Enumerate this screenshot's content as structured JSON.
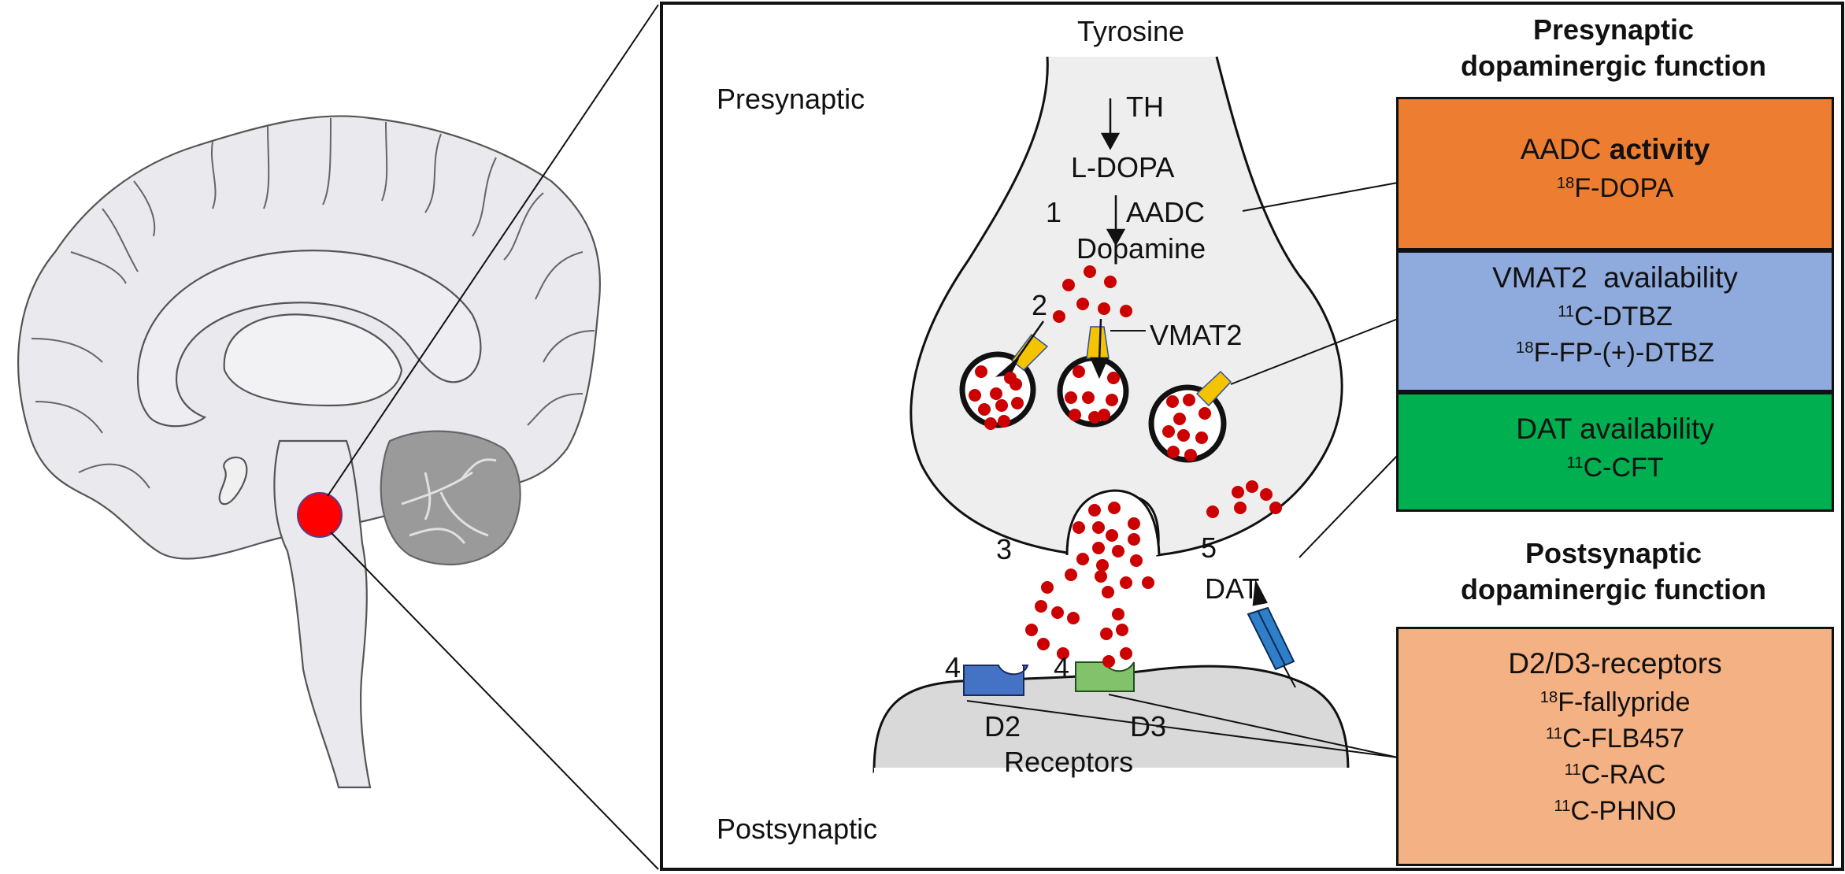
{
  "figure": {
    "region_labels": {
      "presynaptic": "Presynaptic",
      "postsynaptic": "Postsynaptic"
    },
    "pathway": {
      "tyrosine": "Tyrosine",
      "th": "TH",
      "ldopa": "L-DOPA",
      "aadc": "AADC",
      "dopamine": "Dopamine"
    },
    "step_numbers": {
      "one": "1",
      "two": "2",
      "three": "3",
      "four_a": "4",
      "four_b": "4",
      "five": "5"
    },
    "transporters": {
      "vmat2": "VMAT2",
      "dat": "DAT"
    },
    "receptors": {
      "d2": "D2",
      "d3": "D3",
      "caption": "Receptors"
    },
    "colors": {
      "dopamine_dot": "#cc0000",
      "brain_marker": "#ff0000",
      "presynaptic_fill": "#eeeeee",
      "postsynaptic_fill": "#d9d9d9",
      "vmat2_color": "#f5c400",
      "dat_color": "#2f7fc8",
      "d2_color": "#4472c4",
      "d3_color": "#82c26a",
      "aadc_box": "#ed7d31",
      "vmat2_box": "#8faadc",
      "dat_box": "#00b050",
      "receptor_box": "#f4b183"
    }
  },
  "panel": {
    "presynaptic_header": {
      "line1": "Presynaptic",
      "line2": "dopaminergic function"
    },
    "postsynaptic_header": {
      "line1": "Postsynaptic",
      "line2": "dopaminergic function"
    },
    "boxes": {
      "aadc": {
        "title_normal": "AADC ",
        "title_bold": "activity",
        "tracers": [
          {
            "isotope": "18",
            "name": "F-DOPA"
          }
        ]
      },
      "vmat2": {
        "title": "VMAT2  availability",
        "tracers": [
          {
            "isotope": "11",
            "name": "C-DTBZ"
          },
          {
            "isotope": "18",
            "name": "F-FP-(+)-DTBZ"
          }
        ]
      },
      "dat": {
        "title": "DAT availability",
        "tracers": [
          {
            "isotope": "11",
            "name": "C-CFT"
          }
        ]
      },
      "receptors": {
        "title": "D2/D3-receptors",
        "tracers": [
          {
            "isotope": "18",
            "name": "F-fallypride"
          },
          {
            "isotope": "11",
            "name": "C-FLB457"
          },
          {
            "isotope": "11",
            "name": "C-RAC"
          },
          {
            "isotope": "11",
            "name": "C-PHNO"
          }
        ]
      }
    }
  }
}
